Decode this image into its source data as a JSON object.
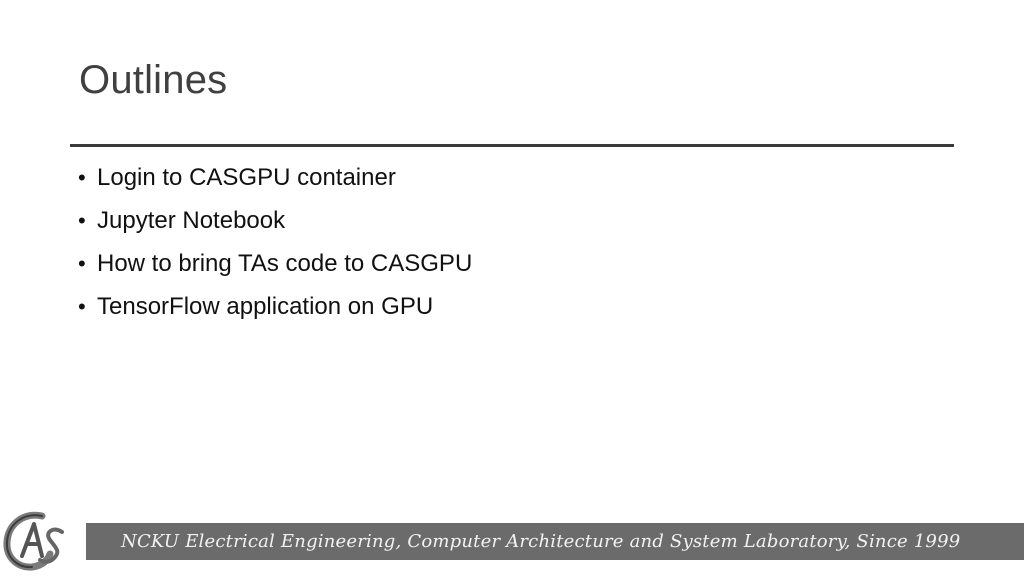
{
  "slide": {
    "title": "Outlines",
    "bullets": [
      "Login to CASGPU container",
      "Jupyter Notebook",
      "How to bring TAs code to CASGPU",
      "TensorFlow application on GPU"
    ],
    "footer": {
      "logo_text": "CAS",
      "text": "NCKU Electrical Engineering, Computer Architecture and System Laboratory, Since 1999"
    }
  },
  "colors": {
    "title": "#404040",
    "rule": "#3a3a3a",
    "footer_bar": "#6b6b6b",
    "footer_text": "#f2f2f2"
  }
}
